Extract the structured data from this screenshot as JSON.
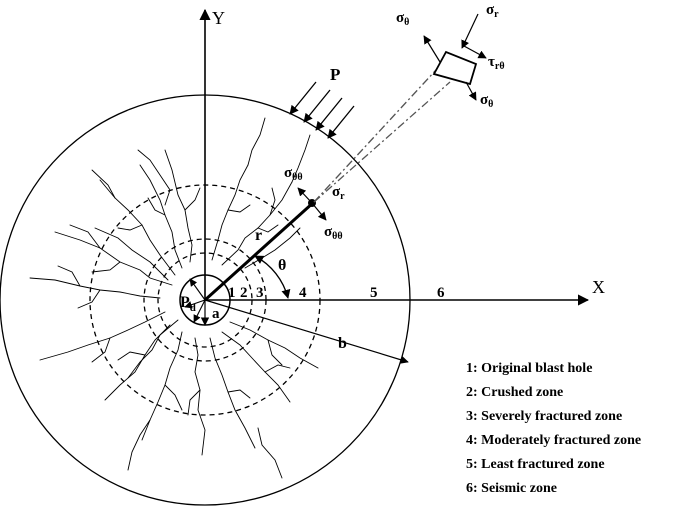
{
  "axes": {
    "x": "X",
    "y": "Y"
  },
  "zone_numbers": [
    "1",
    "2",
    "3",
    "4",
    "5",
    "6"
  ],
  "labels": {
    "load": "P",
    "hole_pressure_main": "P",
    "hole_pressure_sub": "d",
    "radius_a": "a",
    "radius_b": "b",
    "radial_r": "r",
    "angle": "θ",
    "sigma": "σ",
    "tau": "τ",
    "sub_theta": "θ",
    "sub_r": "r",
    "sub_r_theta": "rθ",
    "sub_theta_theta": "θθ"
  },
  "legend": [
    {
      "number": "1",
      "text": "Original blast hole"
    },
    {
      "number": "2",
      "text": "Crushed zone"
    },
    {
      "number": "3",
      "text": "Severely fractured zone"
    },
    {
      "number": "4",
      "text": "Moderately fractured zone"
    },
    {
      "number": "5",
      "text": "Least fractured zone"
    },
    {
      "number": "6",
      "text": "Seismic zone"
    }
  ]
}
